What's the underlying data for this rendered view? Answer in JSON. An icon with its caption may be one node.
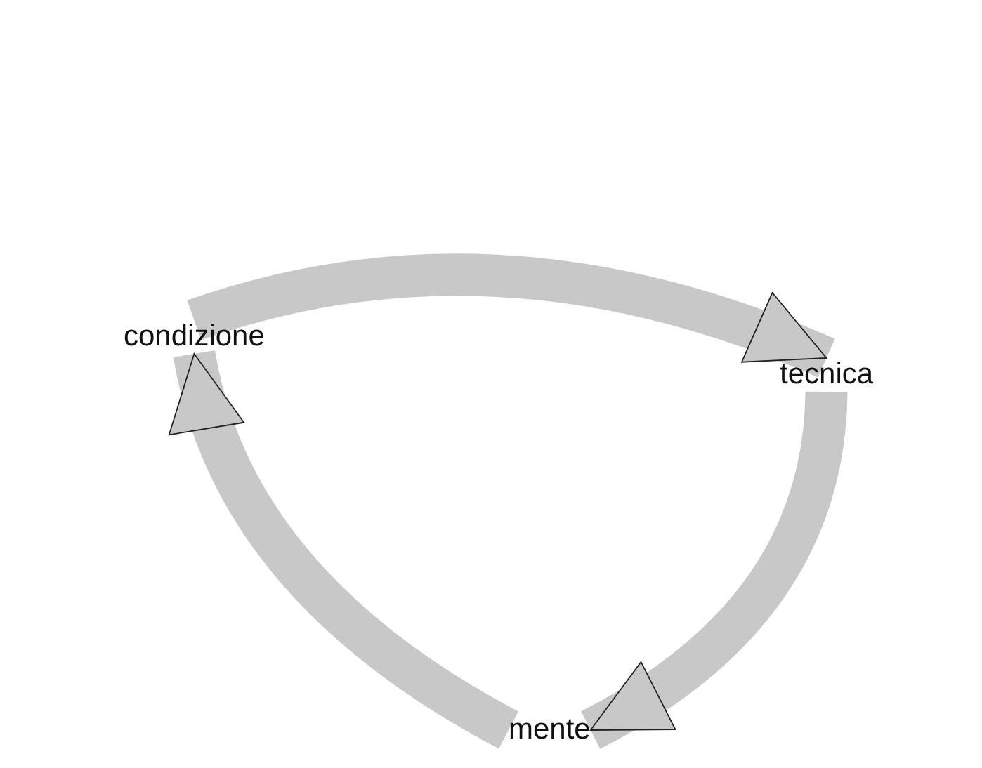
{
  "diagram": {
    "nodes": [
      {
        "text": [
          "condizione"
        ]
      },
      {
        "text": [
          "tecnica"
        ]
      },
      {
        "text": [
          "mente"
        ]
      }
    ],
    "edges": [
      {
        "from": 0,
        "to": 1,
        "arrow": "to"
      },
      {
        "from": 1,
        "to": 2,
        "arrow": "to"
      },
      {
        "from": 2,
        "to": 0,
        "arrow": "to"
      }
    ]
  }
}
